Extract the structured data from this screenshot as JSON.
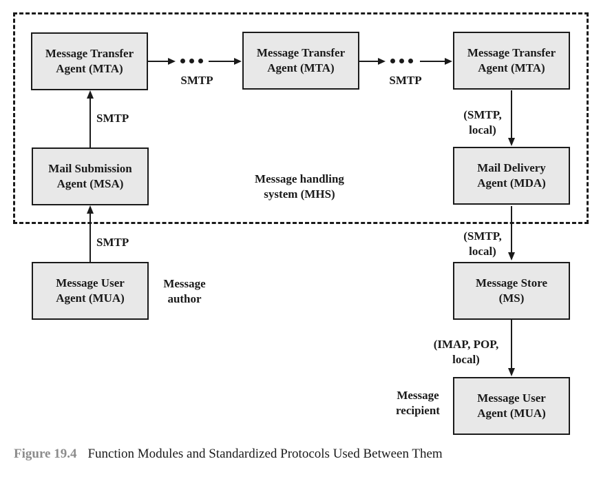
{
  "colors": {
    "box_fill": "#e8e8e8",
    "line": "#1a1a1a",
    "figure_label": "#8c8c8c"
  },
  "boxes": {
    "mta1": {
      "line1": "Message Transfer",
      "line2": "Agent (MTA)"
    },
    "mta2": {
      "line1": "Message Transfer",
      "line2": "Agent (MTA)"
    },
    "mta3": {
      "line1": "Message Transfer",
      "line2": "Agent (MTA)"
    },
    "msa": {
      "line1": "Mail Submission",
      "line2": "Agent (MSA)"
    },
    "mda": {
      "line1": "Mail Delivery",
      "line2": "Agent (MDA)"
    },
    "mua_author": {
      "line1": "Message User",
      "line2": "Agent (MUA)"
    },
    "ms": {
      "line1": "Message Store",
      "line2": "(MS)"
    },
    "mua_recipient": {
      "line1": "Message User",
      "line2": "Agent (MUA)"
    }
  },
  "labels": {
    "smtp_mta1_mta2": "SMTP",
    "smtp_mta2_mta3": "SMTP",
    "smtp_msa_mta": "SMTP",
    "smtp_mua_msa": "SMTP",
    "smtp_local_mta_mda": {
      "line1": "(SMTP,",
      "line2": "local)"
    },
    "smtp_local_mda_ms": {
      "line1": "(SMTP,",
      "line2": "local)"
    },
    "imap_pop_local": {
      "line1": "(IMAP, POP,",
      "line2": "local)"
    },
    "mhs": {
      "line1": "Message handling",
      "line2": "system (MHS)"
    },
    "message_author": {
      "line1": "Message",
      "line2": "author"
    },
    "message_recipient": {
      "line1": "Message",
      "line2": "recipient"
    }
  },
  "caption": {
    "figure_label": "Figure 19.4",
    "text": "Function Modules and Standardized Protocols Used Between Them"
  }
}
